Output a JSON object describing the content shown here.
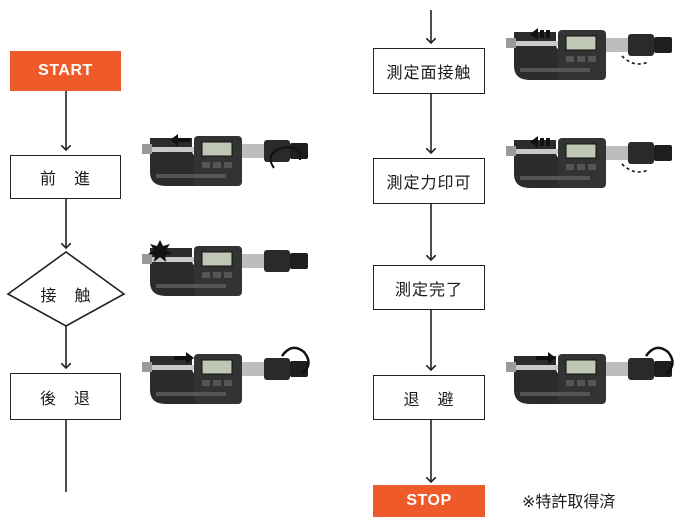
{
  "colors": {
    "terminal": "#ef5a2a",
    "line": "#222222",
    "device_body": "#2b2b2b"
  },
  "flow_left": {
    "start": "START",
    "step_forward": "前　進",
    "step_contact": "接　触",
    "step_back": "後　退"
  },
  "flow_right": {
    "step_surface_contact": "測定面接触",
    "step_force_applied": "測定力印可",
    "step_complete": "測定完了",
    "step_retract": "退　避",
    "stop": "STOP"
  },
  "patent_note": "※特許取得済",
  "micrometer_illustrations": [
    {
      "icon": "micrometer-icon",
      "indicator": "arrow-left-icon"
    },
    {
      "icon": "micrometer-icon",
      "indicator": "contact-burst-icon"
    },
    {
      "icon": "micrometer-icon",
      "indicator": "arrow-right-icon"
    },
    {
      "icon": "micrometer-icon",
      "indicator": "double-arrow-left-icon"
    },
    {
      "icon": "micrometer-icon",
      "indicator": "double-arrow-left-icon"
    },
    {
      "icon": "micrometer-icon",
      "indicator": "arrow-right-icon"
    }
  ]
}
